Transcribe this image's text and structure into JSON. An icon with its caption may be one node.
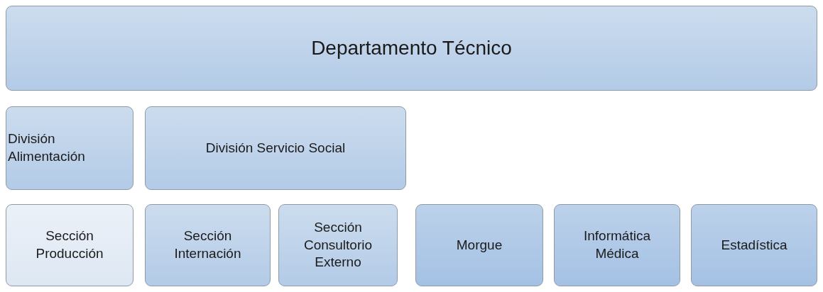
{
  "diagram": {
    "nodes": [
      {
        "text": [
          "Departamento Técnico"
        ]
      },
      {
        "text": [
          "División Alimentación"
        ]
      },
      {
        "text": [
          "División Servicio Social"
        ]
      },
      {
        "text": [
          "Sección Producción"
        ]
      },
      {
        "text": [
          "Sección Internación"
        ]
      },
      {
        "text": [
          "Sección Consultorio Externo"
        ]
      },
      {
        "text": [
          "Morgue"
        ]
      },
      {
        "text": [
          "Informática Médica"
        ]
      },
      {
        "text": [
          "Estadística"
        ]
      }
    ]
  }
}
